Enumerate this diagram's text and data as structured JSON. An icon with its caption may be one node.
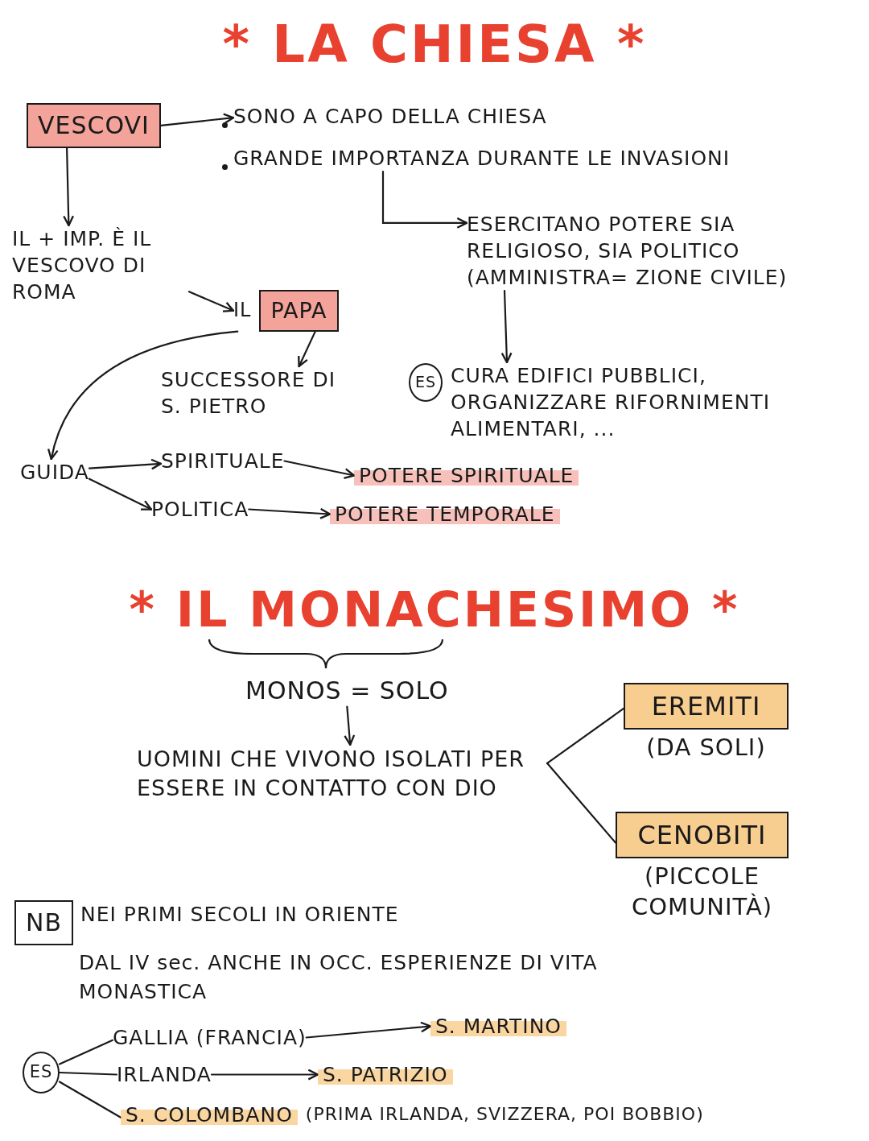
{
  "diagram": {
    "title": "* LA CHIESA *",
    "nodes": [
      {
        "text": [
          "VESCOVI"
        ]
      },
      {
        "text": [
          "SONO A CAPO DELLA CHIESA"
        ]
      },
      {
        "text": [
          "GRANDE IMPORTANZA DURANTE LE INVASIONI"
        ]
      },
      {
        "text": [
          "ESERCITANO POTERE SIA RELIGIOSO, SIA POLITICO (AMMINISTRA= ZIONE CIVILE)"
        ]
      },
      {
        "text": [
          "ES"
        ]
      },
      {
        "text": [
          "CURA EDIFICI PUBBLICI, ORGANIZZARE RIFORNIMENTI ALIMENTARI, ..."
        ]
      },
      {
        "text": [
          "IL + IMP. È IL VESCOVO DI ROMA"
        ]
      },
      {
        "text": [
          "PAPA"
        ],
        "beside": [
          "IL"
        ]
      },
      {
        "text": [
          "SUCCESSORE DI S. PIETRO"
        ]
      },
      {
        "text": [
          "GUIDA"
        ]
      },
      {
        "text": [
          "SPIRITUALE"
        ]
      },
      {
        "text": [
          "POLITICA"
        ]
      },
      {
        "text": [
          "POTERE SPIRITUALE"
        ]
      },
      {
        "text": [
          "POTERE TEMPORALE"
        ]
      },
      {
        "text": [
          "MONOS = SOLO"
        ]
      },
      {
        "text": [
          "UOMINI CHE VIVONO ISOLATI PER ESSERE IN CONTATTO CON DIO"
        ]
      },
      {
        "text": [
          "EREMITI"
        ],
        "beside": [
          "(DA SOLI)"
        ]
      },
      {
        "text": [
          "CENOBITI"
        ],
        "beside": [
          "(PICCOLE COMUNITÀ)"
        ]
      },
      {
        "text": [
          "NB"
        ]
      },
      {
        "text": [
          "ES"
        ]
      },
      {
        "text": [
          "GALLIA (FRANCIA)"
        ]
      },
      {
        "text": [
          "S. MARTINO"
        ]
      },
      {
        "text": [
          "IRLANDA"
        ]
      },
      {
        "text": [
          "S. PATRIZIO"
        ]
      },
      {
        "text": [
          "S. COLOMBANO"
        ],
        "beside": [
          "(PRIMA IRLANDA, SVIZZERA, POI BOBBIO)"
        ]
      }
    ],
    "edges": [
      {
        "from": 0,
        "to": 1,
        "arrow": "to"
      },
      {
        "from": 0,
        "to": 6,
        "arrow": "to"
      },
      {
        "from": 6,
        "to": 7,
        "arrow": "to"
      },
      {
        "from": 7,
        "to": 8,
        "arrow": "to"
      },
      {
        "from": 7,
        "to": 9,
        "arrow": "to"
      },
      {
        "from": 9,
        "to": 10,
        "arrow": "to"
      },
      {
        "from": 9,
        "to": 11,
        "arrow": "to"
      },
      {
        "from": 10,
        "to": 12,
        "arrow": "to"
      },
      {
        "from": 11,
        "to": 13,
        "arrow": "to"
      },
      {
        "from": 2,
        "to": 3,
        "arrow": "to"
      },
      {
        "from": 3,
        "to": 5,
        "arrow": "to"
      },
      {
        "from": 14,
        "to": 15,
        "arrow": "to"
      },
      {
        "from": 15,
        "to": 16,
        "arrow": "none"
      },
      {
        "from": 15,
        "to": 17,
        "arrow": "none"
      },
      {
        "from": 19,
        "to": 20,
        "arrow": "none"
      },
      {
        "from": 19,
        "to": 22,
        "arrow": "none"
      },
      {
        "from": 19,
        "to": 24,
        "arrow": "none"
      },
      {
        "from": 20,
        "to": 21,
        "arrow": "to"
      },
      {
        "from": 22,
        "to": 23,
        "arrow": "to"
      }
    ],
    "labels": [
      "* IL MONACHESIMO *",
      "NEI PRIMI SECOLI IN ORIENTE",
      "DAL IV sec. ANCHE IN OCC. ESPERIENZE DI VITA MONASTICA"
    ]
  }
}
